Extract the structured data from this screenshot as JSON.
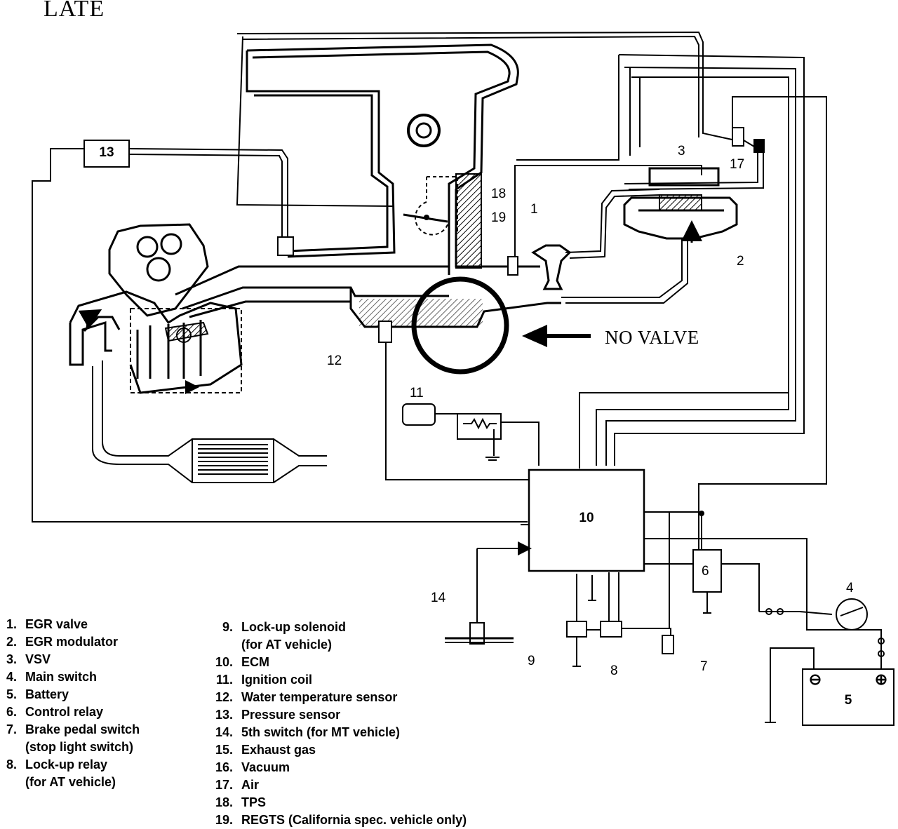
{
  "title": "LATE",
  "callout_text": "NO VALVE",
  "component_labels": {
    "c1": "1",
    "c2": "2",
    "c3": "3",
    "c4": "4",
    "c5": "5",
    "c6": "6",
    "c7": "7",
    "c8": "8",
    "c9": "9",
    "c10": "10",
    "c11": "11",
    "c12": "12",
    "c13": "13",
    "c14": "14",
    "c17": "17",
    "c18": "18",
    "c19": "19"
  },
  "battery_terminals": {
    "negative": "⊖",
    "positive": "⊕"
  },
  "legend_left": [
    {
      "num": "1.",
      "text": "EGR valve"
    },
    {
      "num": "2.",
      "text": "EGR modulator"
    },
    {
      "num": "3.",
      "text": "VSV"
    },
    {
      "num": "4.",
      "text": "Main switch"
    },
    {
      "num": "5.",
      "text": "Battery"
    },
    {
      "num": "6.",
      "text": "Control relay"
    },
    {
      "num": "7.",
      "text": "Brake pedal switch"
    },
    {
      "num": "",
      "text": "(stop light switch)"
    },
    {
      "num": "8.",
      "text": "Lock-up relay"
    },
    {
      "num": "",
      "text": "(for AT vehicle)"
    }
  ],
  "legend_right": [
    {
      "num": "9.",
      "text": "Lock-up solenoid"
    },
    {
      "num": "",
      "text": "(for AT vehicle)"
    },
    {
      "num": "10.",
      "text": "ECM"
    },
    {
      "num": "11.",
      "text": "Ignition coil"
    },
    {
      "num": "12.",
      "text": "Water temperature sensor"
    },
    {
      "num": "13.",
      "text": "Pressure sensor"
    },
    {
      "num": "14.",
      "text": "5th switch (for MT vehicle)"
    },
    {
      "num": "15.",
      "text": "Exhaust gas"
    },
    {
      "num": "16.",
      "text": "Vacuum"
    },
    {
      "num": "17.",
      "text": "Air"
    },
    {
      "num": "18.",
      "text": "TPS"
    },
    {
      "num": "19.",
      "text": "REGTS (California spec. vehicle only)"
    }
  ]
}
